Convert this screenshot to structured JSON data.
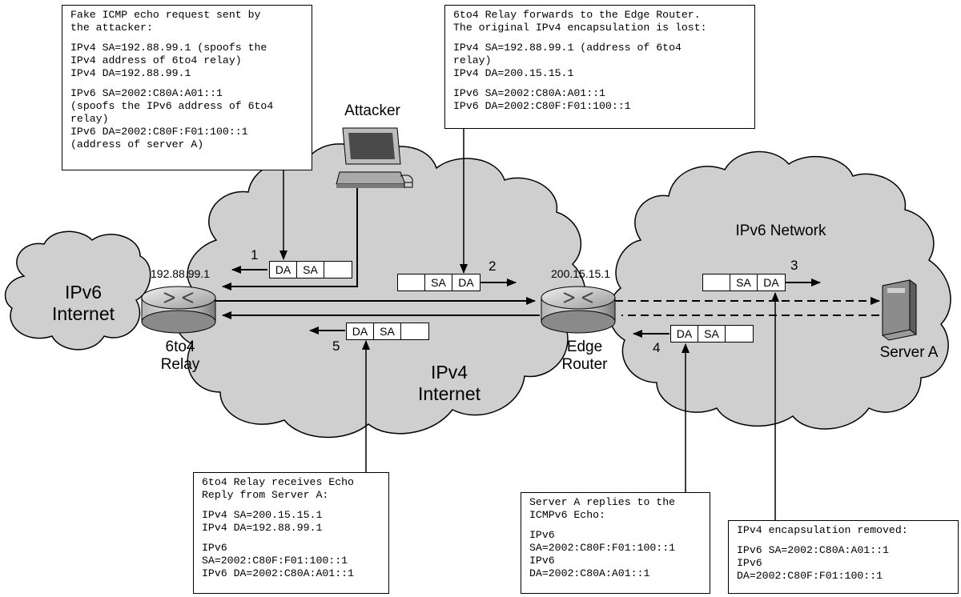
{
  "clouds": {
    "ipv6_internet": [
      "IPv6",
      "Internet"
    ],
    "ipv4_internet": [
      "IPv4",
      "Internet"
    ],
    "ipv6_network": "IPv6 Network"
  },
  "nodes": {
    "relay_ip": "192.88.99.1",
    "relay_label": [
      "6to4",
      "Relay"
    ],
    "edge_ip": "200.15.15.1",
    "edge_label": [
      "Edge",
      "Router"
    ],
    "attacker_label": "Attacker",
    "server_label": "Server A"
  },
  "steps": [
    "1",
    "2",
    "3",
    "4",
    "5"
  ],
  "packets": {
    "p1": [
      "DA",
      "SA",
      ""
    ],
    "p2": [
      "",
      "SA",
      "DA"
    ],
    "p3": [
      "",
      "SA",
      "DA"
    ],
    "p4": [
      "DA",
      "SA",
      ""
    ],
    "p5": [
      "DA",
      "SA",
      ""
    ]
  },
  "notes": {
    "attacker": [
      "Fake ICMP echo request sent by",
      "the attacker:",
      "",
      "IPv4 SA=192.88.99.1 (spoofs the",
      "IPv4 address of 6to4 relay)",
      "IPv4 DA=192.88.99.1",
      "",
      "IPv6 SA=2002:C80A:A01::1",
      "(spoofs the IPv6 address of 6to4",
      "relay)",
      "IPv6 DA=2002:C80F:F01:100::1",
      "(address of server A)"
    ],
    "relay_forward": [
      "6to4 Relay forwards to the Edge Router.",
      "The original IPv4 encapsulation is lost:",
      "",
      "IPv4 SA=192.88.99.1 (address of 6to4",
      "relay)",
      "IPv4 DA=200.15.15.1",
      "",
      "IPv6 SA=2002:C80A:A01::1",
      "IPv6 DA=2002:C80F:F01:100::1"
    ],
    "relay_receive": [
      "6to4 Relay receives Echo",
      "Reply from Server A:",
      "",
      "IPv4 SA=200.15.15.1",
      "IPv4 DA=192.88.99.1",
      "",
      "IPv6",
      "SA=2002:C80F:F01:100::1",
      "IPv6 DA=2002:C80A:A01::1"
    ],
    "server_reply": [
      "Server A replies to the",
      "ICMPv6 Echo:",
      "",
      "IPv6",
      "SA=2002:C80F:F01:100::1",
      "IPv6",
      "DA=2002:C80A:A01::1"
    ],
    "decap": [
      "IPv4 encapsulation removed:",
      "",
      "IPv6 SA=2002:C80A:A01::1",
      "IPv6",
      "DA=2002:C80F:F01:100::1"
    ]
  },
  "colors": {
    "cloud_fill": "#cfcfcf",
    "cloud_stroke": "#000000",
    "router_body": "#9a9a9a",
    "server_body": "#8c8c8c"
  }
}
